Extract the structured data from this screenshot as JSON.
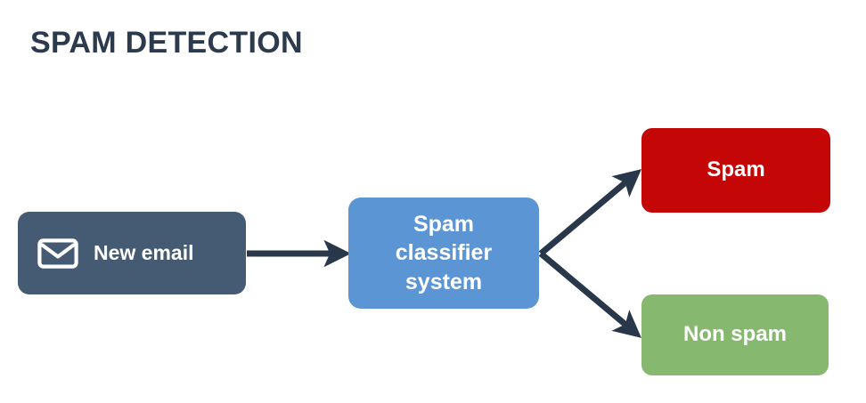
{
  "page": {
    "title": "SPAM DETECTION",
    "title_line1": "SPAM",
    "title_line2": "DETECTION",
    "background_color": "#ffffff",
    "title_color": "#2b3a4c"
  },
  "diagram": {
    "type": "flowchart",
    "arrow_color": "#28374a",
    "nodes": [
      {
        "id": "new-email",
        "label": "New email",
        "icon": "envelope-icon",
        "fill": "#455b73",
        "text_color": "#ffffff"
      },
      {
        "id": "classifier",
        "label": "Spam\nclassifier\nsystem",
        "fill": "#5b95d3",
        "text_color": "#ffffff"
      },
      {
        "id": "spam",
        "label": "Spam",
        "fill": "#c50606",
        "text_color": "#ffffff"
      },
      {
        "id": "non-spam",
        "label": "Non spam",
        "fill": "#86b96f",
        "text_color": "#ffffff"
      }
    ],
    "edges": [
      {
        "id": "email-to-classifier",
        "from": "new-email",
        "to": "classifier",
        "label": ""
      },
      {
        "id": "classifier-to-spam",
        "from": "classifier",
        "to": "spam",
        "label": ""
      },
      {
        "id": "classifier-to-non-spam",
        "from": "classifier",
        "to": "non-spam",
        "label": ""
      }
    ]
  }
}
